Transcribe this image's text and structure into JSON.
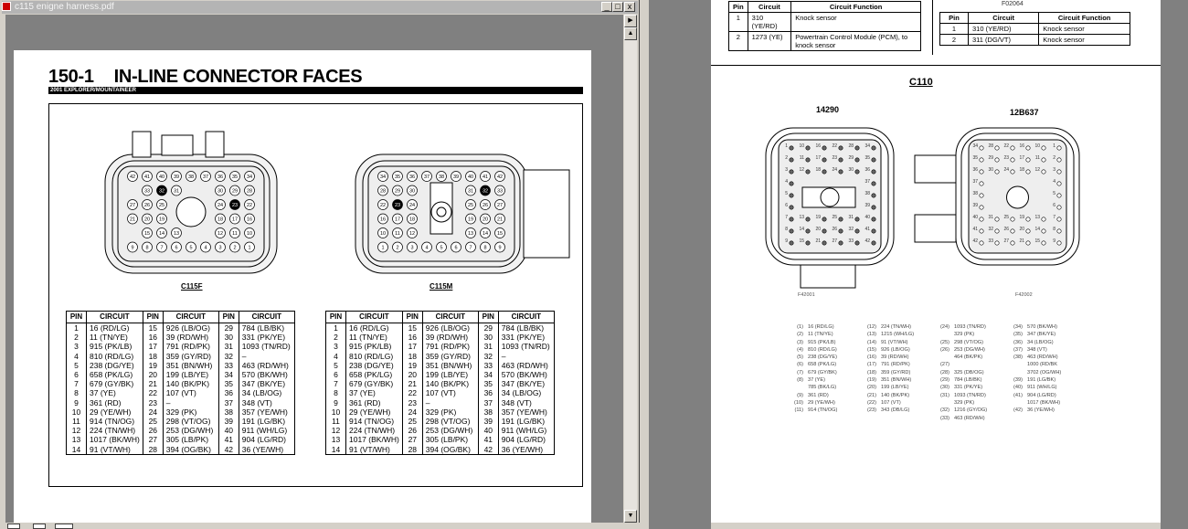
{
  "window": {
    "title": "c115 enigne harness.pdf",
    "minimize": "_",
    "maximize": "□",
    "close": "x"
  },
  "left_page": {
    "heading_number": "150-1",
    "heading_title": "IN-LINE CONNECTOR FACES",
    "subtitle": "2001 EXPLORER/MOUNTAINEER",
    "connectors": [
      {
        "name": "C115F",
        "rows": [
          [
            "42",
            "41",
            "40",
            "39",
            "38",
            "37",
            "36",
            "35",
            "34"
          ],
          [
            "",
            "33",
            "32",
            "31",
            "",
            "",
            "30",
            "29",
            "28"
          ],
          [
            "27",
            "26",
            "25",
            "",
            "",
            "",
            "24",
            "23",
            "22"
          ],
          [
            "21",
            "20",
            "19",
            "",
            "",
            "",
            "18",
            "17",
            "16"
          ],
          [
            "",
            "15",
            "14",
            "13",
            "",
            "",
            "12",
            "11",
            "10"
          ],
          [
            "9",
            "8",
            "7",
            "6",
            "5",
            "4",
            "3",
            "2",
            "1"
          ]
        ],
        "filled": [
          "32",
          "23"
        ]
      },
      {
        "name": "C115M",
        "rows": [
          [
            "34",
            "35",
            "36",
            "37",
            "38",
            "39",
            "40",
            "41",
            "42"
          ],
          [
            "28",
            "29",
            "30",
            "",
            "",
            "",
            "31",
            "32",
            "33"
          ],
          [
            "22",
            "23",
            "24",
            "",
            "",
            "",
            "25",
            "26",
            "27"
          ],
          [
            "16",
            "17",
            "18",
            "",
            "",
            "",
            "19",
            "20",
            "21"
          ],
          [
            "10",
            "11",
            "12",
            "",
            "",
            "",
            "13",
            "14",
            "15"
          ],
          [
            "1",
            "2",
            "3",
            "4",
            "5",
            "6",
            "7",
            "8",
            "9"
          ]
        ],
        "filled": [
          "32",
          "23"
        ]
      }
    ],
    "table_headers": {
      "pin": "PIN",
      "circuit": "CIRCUIT"
    },
    "pin_rows": [
      [
        "1",
        "16 (RD/LG)",
        "15",
        "926 (LB/OG)",
        "29",
        "784 (LB/BK)"
      ],
      [
        "2",
        "11 (TN/YE)",
        "16",
        "39 (RD/WH)",
        "30",
        "331 (PK/YE)"
      ],
      [
        "3",
        "915 (PK/LB)",
        "17",
        "791 (RD/PK)",
        "31",
        "1093 (TN/RD)"
      ],
      [
        "4",
        "810 (RD/LG)",
        "18",
        "359 (GY/RD)",
        "32",
        "–"
      ],
      [
        "5",
        "238 (DG/YE)",
        "19",
        "351 (BN/WH)",
        "33",
        "463 (RD/WH)"
      ],
      [
        "6",
        "658 (PK/LG)",
        "20",
        "199 (LB/YE)",
        "34",
        "570 (BK/WH)"
      ],
      [
        "7",
        "679 (GY/BK)",
        "21",
        "140 (BK/PK)",
        "35",
        "347 (BK/YE)"
      ],
      [
        "8",
        "37 (YE)",
        "22",
        "107 (VT)",
        "36",
        "34 (LB/OG)"
      ],
      [
        "9",
        "361 (RD)",
        "23",
        "–",
        "37",
        "348 (VT)"
      ],
      [
        "10",
        "29 (YE/WH)",
        "24",
        "329 (PK)",
        "38",
        "357 (YE/WH)"
      ],
      [
        "11",
        "914 (TN/OG)",
        "25",
        "298 (VT/OG)",
        "39",
        "191 (LG/BK)"
      ],
      [
        "12",
        "224 (TN/WH)",
        "26",
        "253 (DG/WH)",
        "40",
        "911 (WH/LG)"
      ],
      [
        "13",
        "1017 (BK/WH)",
        "27",
        "305 (LB/PK)",
        "41",
        "904 (LG/RD)"
      ],
      [
        "14",
        "91 (VT/WH)",
        "28",
        "394 (OG/BK)",
        "42",
        "36 (YE/WH)"
      ]
    ]
  },
  "right_page": {
    "table1": {
      "headers": [
        "Pin",
        "Circuit",
        "Circuit Function"
      ],
      "rows": [
        [
          "1",
          "310 (YE/RD)",
          "Knock sensor"
        ],
        [
          "2",
          "1273 (YE)",
          "Powertrain Control Module (PCM), to knock sensor"
        ]
      ]
    },
    "figure_code_top": "F02064",
    "table2": {
      "headers": [
        "Pin",
        "Circuit",
        "Circuit Function"
      ],
      "rows": [
        [
          "1",
          "310 (YE/RD)",
          "Knock sensor"
        ],
        [
          "2",
          "311 (DG/VT)",
          "Knock sensor"
        ]
      ]
    },
    "section_title": "C110",
    "connectors": [
      {
        "name": "14290",
        "figure": "F42001",
        "columns": [
          [
            "1",
            "2",
            "3",
            "4",
            "5",
            "6",
            "7",
            "8",
            "9"
          ],
          [
            "10",
            "11",
            "12",
            "",
            "",
            "",
            "13",
            "14",
            "15"
          ],
          [
            "16",
            "17",
            "18",
            "",
            "",
            "",
            "19",
            "20",
            "21"
          ],
          [
            "22",
            "23",
            "24",
            "",
            "",
            "",
            "25",
            "26",
            "27"
          ],
          [
            "28",
            "29",
            "30",
            "",
            "",
            "",
            "31",
            "32",
            "33"
          ],
          [
            "34",
            "35",
            "36",
            "37",
            "38",
            "39",
            "40",
            "41",
            "42"
          ]
        ]
      },
      {
        "name": "12B637",
        "figure": "F42002",
        "columns": [
          [
            "34",
            "35",
            "36",
            "37",
            "38",
            "39",
            "40",
            "41",
            "42"
          ],
          [
            "28",
            "29",
            "30",
            "",
            "",
            "",
            "31",
            "32",
            "33"
          ],
          [
            "22",
            "23",
            "24",
            "",
            "",
            "",
            "25",
            "26",
            "27"
          ],
          [
            "16",
            "17",
            "18",
            "",
            "",
            "",
            "19",
            "20",
            "21"
          ],
          [
            "10",
            "11",
            "12",
            "",
            "",
            "",
            "13",
            "14",
            "15"
          ],
          [
            "1",
            "2",
            "3",
            "4",
            "5",
            "6",
            "7",
            "8",
            "9"
          ]
        ]
      }
    ],
    "wire_list": [
      [
        {
          "n": "(1)",
          "t": [
            "16 (RD/LG)"
          ]
        },
        {
          "n": "(2)",
          "t": [
            "11 (TN/YE)"
          ]
        },
        {
          "n": "(3)",
          "t": [
            "915 (PK/LB)"
          ]
        },
        {
          "n": "(4)",
          "t": [
            "810 (RD/LG)"
          ]
        },
        {
          "n": "(5)",
          "t": [
            "238 (DG/YE)"
          ]
        },
        {
          "n": "(6)",
          "t": [
            "658 (PK/LG)"
          ]
        },
        {
          "n": "(7)",
          "t": [
            "679 (GY/BK)"
          ]
        },
        {
          "n": "(8)",
          "t": [
            "37 (YE)",
            "785 (BK/LG)"
          ]
        },
        {
          "n": "(9)",
          "t": [
            "361 (RD)"
          ]
        },
        {
          "n": "(10)",
          "t": [
            "29 (YE/WH)"
          ]
        },
        {
          "n": "(11)",
          "t": [
            "914 (TN/OG)"
          ]
        }
      ],
      [
        {
          "n": "(12)",
          "t": [
            "224 (TN/WH)"
          ]
        },
        {
          "n": "(13)",
          "t": [
            "1215 (WH/LG)"
          ]
        },
        {
          "n": "(14)",
          "t": [
            "91 (VT/WH)"
          ]
        },
        {
          "n": "(15)",
          "t": [
            "926 (LB/OG)"
          ]
        },
        {
          "n": "(16)",
          "t": [
            "39 (RD/WH)"
          ]
        },
        {
          "n": "(17)",
          "t": [
            "791 (RD/PK)"
          ]
        },
        {
          "n": "(18)",
          "t": [
            "359 (GY/RD)"
          ]
        },
        {
          "n": "(19)",
          "t": [
            "351 (BN/WH)"
          ]
        },
        {
          "n": "(20)",
          "t": [
            "199 (LB/YE)"
          ]
        },
        {
          "n": "(21)",
          "t": [
            "140 (BK/PK)"
          ]
        },
        {
          "n": "(22)",
          "t": [
            "107 (VT)"
          ]
        },
        {
          "n": "(23)",
          "t": [
            "343 (DB/LG)"
          ]
        }
      ],
      [
        {
          "n": "(24)",
          "t": [
            "1093 (TN/RD)",
            "329 (PK)"
          ]
        },
        {
          "n": "(25)",
          "t": [
            "298 (VT/OG)"
          ]
        },
        {
          "n": "(26)",
          "t": [
            "253 (DG/WH)",
            "464 (BK/PK)"
          ]
        },
        {
          "n": "(27)",
          "t": [
            ""
          ]
        },
        {
          "n": "(28)",
          "t": [
            "325 (DB/OG)"
          ]
        },
        {
          "n": "(29)",
          "t": [
            "784 (LB/BK)"
          ]
        },
        {
          "n": "(30)",
          "t": [
            "331 (PK/YE)"
          ]
        },
        {
          "n": "(31)",
          "t": [
            "1093 (TN/RD)",
            "329 (PK)"
          ]
        },
        {
          "n": "(32)",
          "t": [
            "1216 (GY/OG)"
          ]
        },
        {
          "n": "(33)",
          "t": [
            "463 (RD/WH)"
          ]
        }
      ],
      [
        {
          "n": "(34)",
          "t": [
            "570 (BK/WH)"
          ]
        },
        {
          "n": "(35)",
          "t": [
            "347 (BK/YE)"
          ]
        },
        {
          "n": "(36)",
          "t": [
            "34 (LB/OG)"
          ]
        },
        {
          "n": "(37)",
          "t": [
            "348 (VT)"
          ]
        },
        {
          "n": "(38)",
          "t": [
            "463 (RD/WH)",
            "1000 (RD/BK",
            "3702 (OG/WH)"
          ]
        },
        {
          "n": "(39)",
          "t": [
            "191 (LG/BK)"
          ]
        },
        {
          "n": "(40)",
          "t": [
            "911 (WH/LG)"
          ]
        },
        {
          "n": "(41)",
          "t": [
            "904 (LG/RD)",
            "1017 (BK/WH)"
          ]
        },
        {
          "n": "(42)",
          "t": [
            "36 (YE/WH)"
          ]
        }
      ]
    ]
  }
}
